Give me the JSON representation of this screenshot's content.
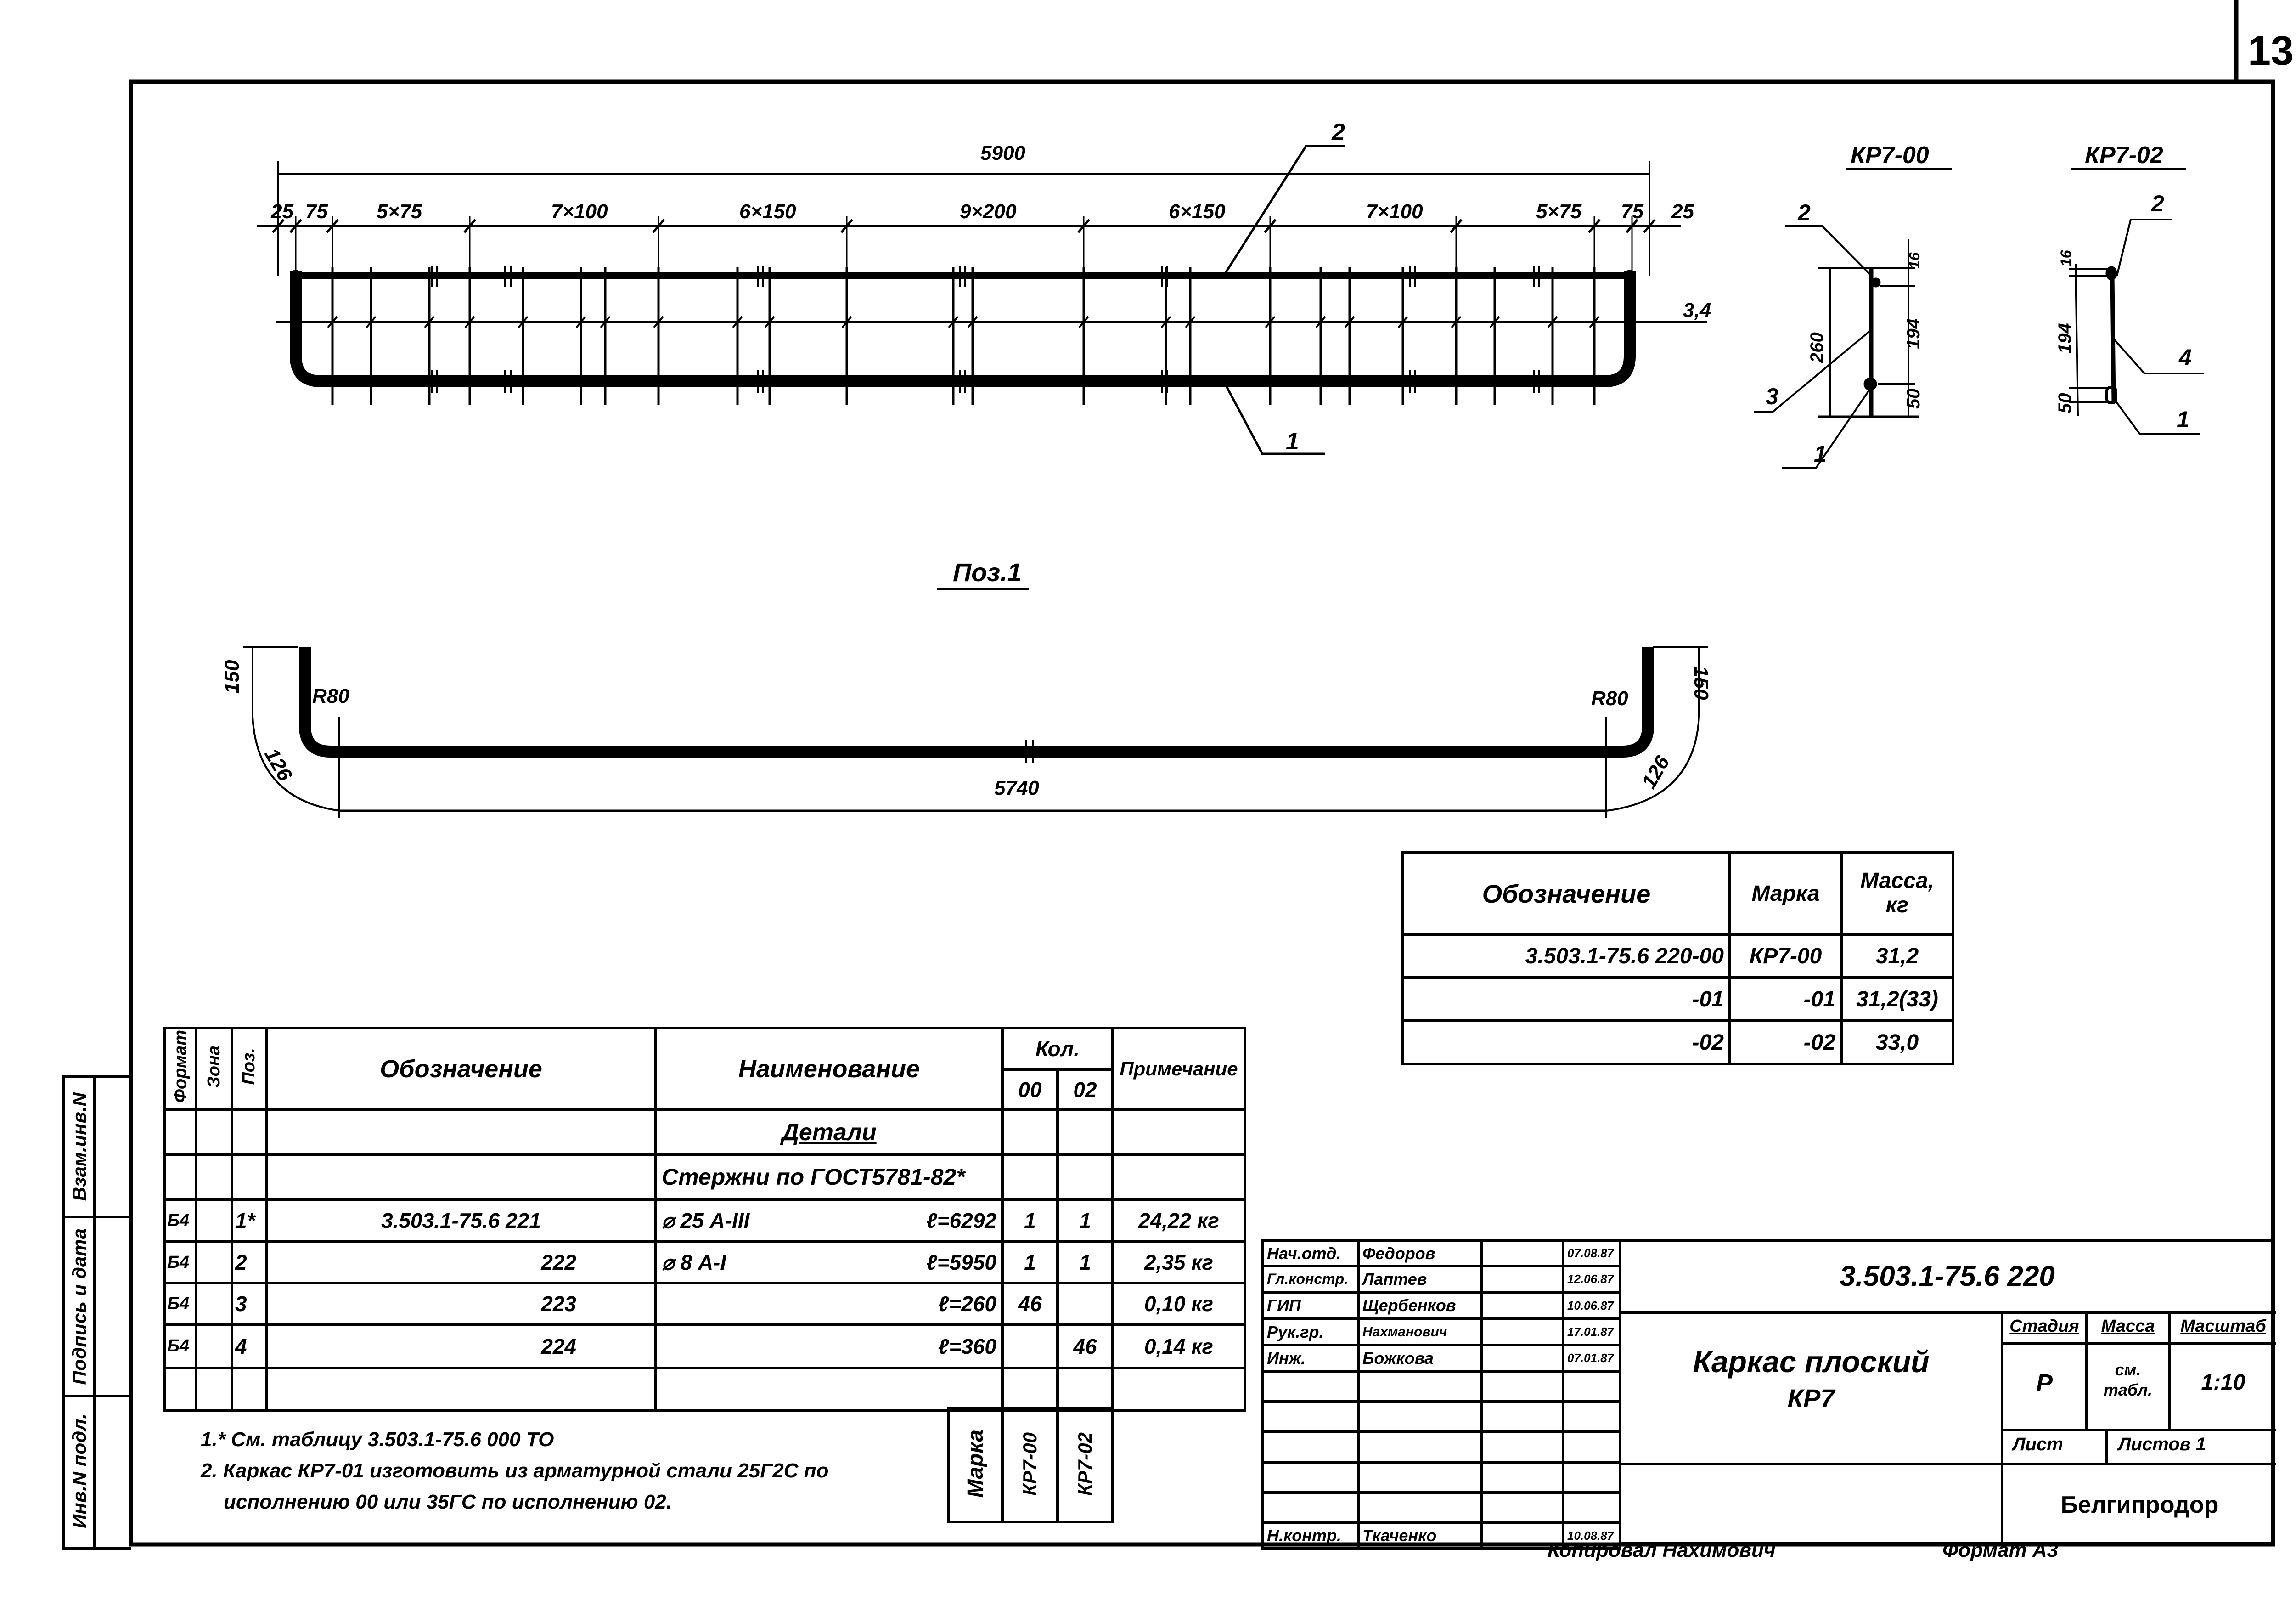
{
  "sheet_number": "13",
  "side_strip": [
    "Взам.инв.N",
    "Подпись и дата",
    "Инв.N подл."
  ],
  "elevation": {
    "overall": "5900",
    "segments": [
      "25",
      "75",
      "5×75",
      "7×100",
      "6×150",
      "9×200",
      "6×150",
      "7×100",
      "5×75",
      "75",
      "25"
    ],
    "mid_label": "3,4",
    "callouts": [
      "2",
      "1"
    ]
  },
  "position1": {
    "title": "Поз.1",
    "left_height": "150",
    "left_radius": "R80",
    "left_arc": "126",
    "length": "5740",
    "right_radius": "R80",
    "right_height": "150",
    "right_arc": "126"
  },
  "section_00": {
    "title": "КР7-00",
    "h_total": "260",
    "top": "16",
    "mid": "194",
    "bottom": "50",
    "callouts": [
      "2",
      "3",
      "1"
    ]
  },
  "section_02": {
    "title": "КР7-02",
    "top": "16",
    "mid": "194",
    "bottom": "50",
    "callouts": [
      "2",
      "4",
      "1"
    ]
  },
  "mass_table": {
    "headers": [
      "Обозначение",
      "Марка",
      "Масса, кг"
    ],
    "rows": [
      [
        "3.503.1-75.6 220-00",
        "КР7-00",
        "31,2"
      ],
      [
        "-01",
        "-01",
        "31,2(33)"
      ],
      [
        "-02",
        "-02",
        "33,0"
      ]
    ]
  },
  "spec_table": {
    "headers": {
      "format": "Формат",
      "zone": "Зона",
      "pos": "Поз.",
      "designation": "Обозначение",
      "name": "Наименование",
      "qty": "Кол.",
      "q00": "00",
      "q02": "02",
      "note": "Примечание"
    },
    "section": "Детали",
    "subsection": "Стержни по ГОСТ5781-82*",
    "rows": [
      {
        "format": "Б4",
        "zone": "",
        "pos": "1*",
        "designation": "3.503.1-75.6 221",
        "name": "⌀ 25 А-III",
        "length": "ℓ=6292",
        "q00": "1",
        "q02": "1",
        "note": "24,22 кг"
      },
      {
        "format": "Б4",
        "zone": "",
        "pos": "2",
        "designation": "222",
        "name": "⌀ 8 А-I",
        "length": "ℓ=5950",
        "q00": "1",
        "q02": "1",
        "note": "2,35 кг"
      },
      {
        "format": "Б4",
        "zone": "",
        "pos": "3",
        "designation": "223",
        "name": "",
        "length": "ℓ=260",
        "q00": "46",
        "q02": "",
        "note": "0,10 кг"
      },
      {
        "format": "Б4",
        "zone": "",
        "pos": "4",
        "designation": "224",
        "name": "",
        "length": "ℓ=360",
        "q00": "",
        "q02": "46",
        "note": "0,14 кг"
      }
    ]
  },
  "notes": [
    "1.* См. таблицу 3.503.1-75.6 000 ТО",
    "2. Каркас КР7-01 изготовить из арматурной стали 25Г2С по",
    "исполнению 00 или 35ГС по исполнению 02."
  ],
  "marka_box": [
    "Марка",
    "КР7-00",
    "КР7-02"
  ],
  "title_block": {
    "signatures": [
      {
        "role": "Нач.отд.",
        "name": "Федоров",
        "date": "07.08.87"
      },
      {
        "role": "Гл.констр.",
        "name": "Лаптев",
        "date": "12.06.87"
      },
      {
        "role": "ГИП",
        "name": "Щербенков",
        "date": "10.06.87"
      },
      {
        "role": "Рук.гр.",
        "name": "Нахманович",
        "date": "17.01.87"
      },
      {
        "role": "Инж.",
        "name": "Божкова",
        "date": "07.01.87"
      },
      {
        "role": "Н.контр.",
        "name": "Ткаченко",
        "date": "10.08.87"
      }
    ],
    "code": "3.503.1-75.6 220",
    "title_line1": "Каркас плоский",
    "title_line2": "КР7",
    "stage_label": "Стадия",
    "mass_label": "Масса",
    "scale_label": "Масштаб",
    "stage": "Р",
    "mass": "см. табл.",
    "scale": "1:10",
    "sheet_label": "Лист",
    "sheets_label": "Листов 1",
    "organization": "Белгипродор"
  },
  "copied_by": "Копировал Нахимович",
  "format": "Формат А3"
}
